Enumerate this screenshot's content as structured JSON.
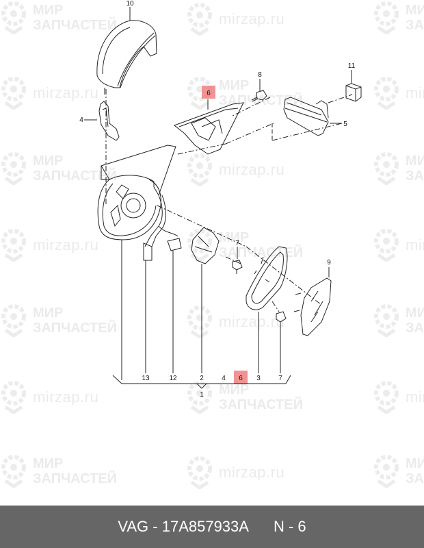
{
  "watermark": {
    "brand_line1": "МИР",
    "brand_line2": "ЗАПЧАСТЕЙ",
    "domain": "mirzap.ru"
  },
  "diagram": {
    "highlight_color": "#f08080",
    "highlighted_part": "6",
    "callouts": {
      "p10": "10",
      "p8": "8",
      "p6_top": "6",
      "p11": "11",
      "p4_left": "4",
      "p5": "5",
      "p7_mid": "7",
      "p9": "9",
      "p1": "1"
    },
    "bottom_row": [
      "13",
      "12",
      "2",
      "4",
      "6",
      "3",
      "7"
    ]
  },
  "footer": {
    "part_number": "VAG - 17A857933A",
    "position": "N - 6",
    "background": "#666666"
  }
}
